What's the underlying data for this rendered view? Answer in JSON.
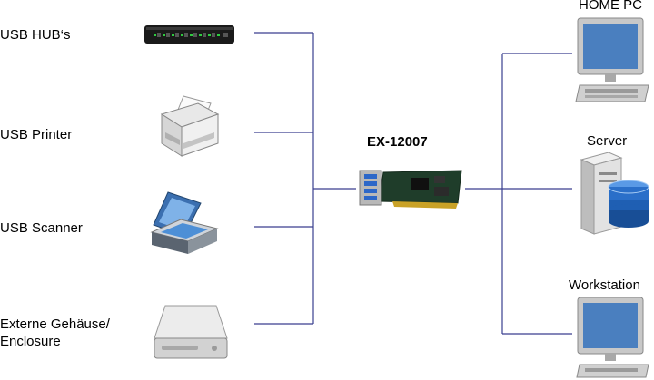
{
  "devices_left": {
    "hub": {
      "label": "USB HUB‘s"
    },
    "printer": {
      "label": "USB Printer"
    },
    "scanner": {
      "label": "USB Scanner"
    },
    "enclosure": {
      "line1": "Externe Gehäuse/",
      "line2": "Enclosure"
    }
  },
  "center": {
    "title": "EX-12007"
  },
  "devices_right": {
    "home_pc": {
      "label": "HOME PC"
    },
    "server": {
      "label": "Server"
    },
    "workstation": {
      "label": "Workstation"
    }
  },
  "colors": {
    "connector": "#3a3f8f",
    "card_pcb": "#1f3d2a",
    "usb_port": "#2c67c8",
    "monitor_frame": "#c8c8c8",
    "monitor_screen": "#4a7fbf",
    "server_disk": "#2a6fc9",
    "printer_body": "#e6e6e6",
    "hub_body": "#1a1a1a",
    "hub_led": "#2ecc40"
  },
  "icons": [
    "usb-hub-icon",
    "printer-icon",
    "scanner-icon",
    "hard-drive-icon",
    "expansion-card-icon",
    "desktop-pc-icon",
    "server-icon",
    "workstation-icon"
  ]
}
